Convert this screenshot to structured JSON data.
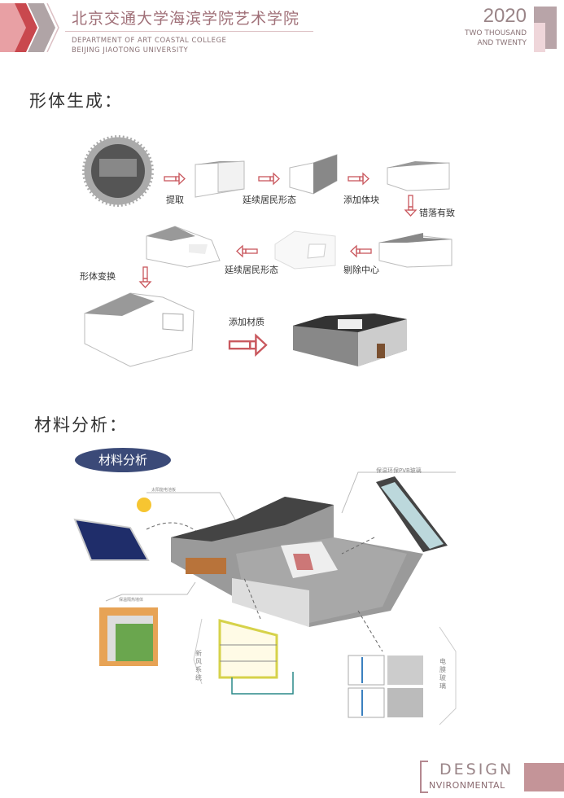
{
  "header": {
    "title_cn": "北京交通大学海滨学院艺术学院",
    "dept_line1": "DEPARTMENT OF ART COASTAL COLLEGE",
    "dept_line2": "BEIJING JIAOTONG UNIVERSITY",
    "year": "2020",
    "year_words_1": "TWO THOUSAND",
    "year_words_2": "AND TWENTY"
  },
  "form_section": {
    "title": "形体生成：",
    "steps": [
      "提取",
      "延续居民形态",
      "添加体块",
      "错落有致",
      "剔除中心",
      "延续居民形态",
      "形体变换",
      "添加材质"
    ]
  },
  "material_section": {
    "title": "材料分析：",
    "badge": "材料分析",
    "callouts": {
      "solar": "太阳能电池板",
      "glass": "保温环保PVB玻璃",
      "wall": "保温隔热墙体",
      "ventilation": "新风系统",
      "smart_glass": "电膜玻璃"
    }
  },
  "footer": {
    "line1": "DESIGN",
    "line2": "NVIRONMENTAL"
  },
  "colors": {
    "accent": "#c9585e",
    "rose": "#b48890",
    "navy": "#3b4a78"
  }
}
